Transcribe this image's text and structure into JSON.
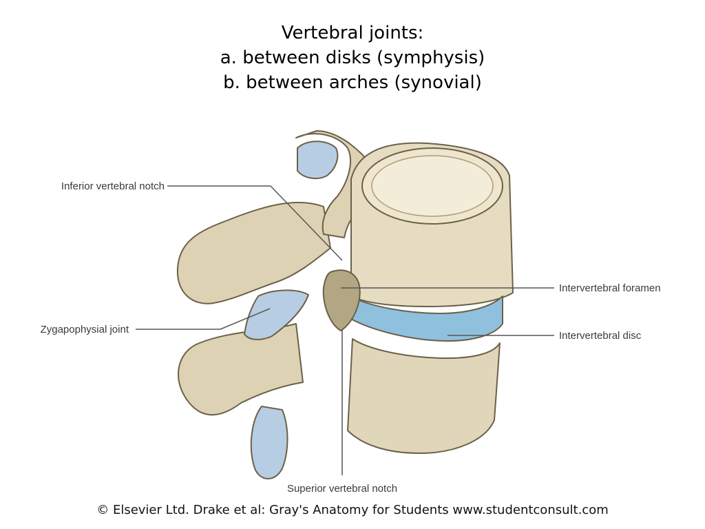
{
  "title": {
    "line1": "Vertebral joints:",
    "line2": "a. between disks (symphysis)",
    "line3": "b. between arches (synovial)"
  },
  "labels": {
    "inferior_notch": "Inferior vertebral notch",
    "zygapophysial_joint": "Zygapophysial joint",
    "intervertebral_foramen": "Intervertebral foramen",
    "intervertebral_disc": "Intervertebral disc",
    "superior_notch": "Superior vertebral notch"
  },
  "credit": "© Elsevier Ltd. Drake et al: Gray's Anatomy for Students www.studentconsult.com",
  "colors": {
    "bone": "#e5dcc2",
    "bone_shadow": "#c9bd9c",
    "bone_outline": "#6b6048",
    "disc": "#8fc0dd",
    "cartilage": "#b7cde3",
    "leader_line": "#555555"
  }
}
